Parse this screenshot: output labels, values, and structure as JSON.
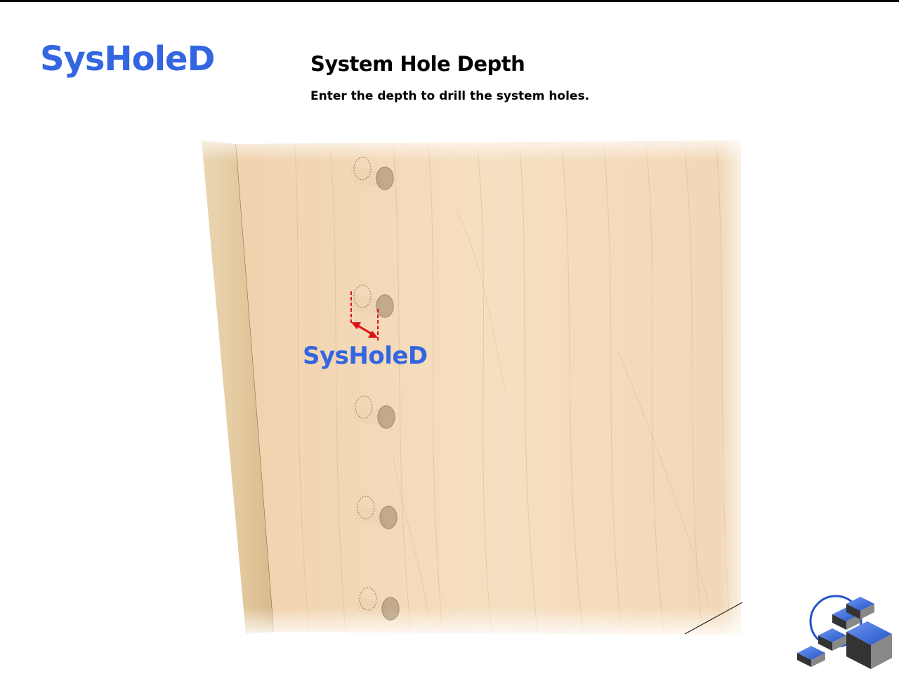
{
  "header": {
    "parameter_name": "SysHoleD",
    "title": "System Hole Depth",
    "description": "Enter the depth to drill the system holes."
  },
  "illustration": {
    "callout_label": "SysHoleD",
    "hole_count": 5
  },
  "colors": {
    "accent_blue": "#3366e0",
    "dimension_red": "#e01010",
    "wood_face": "#f3d9b6",
    "wood_edge": "#e8cfa6"
  },
  "icons": [
    "logo-cube-icon"
  ]
}
